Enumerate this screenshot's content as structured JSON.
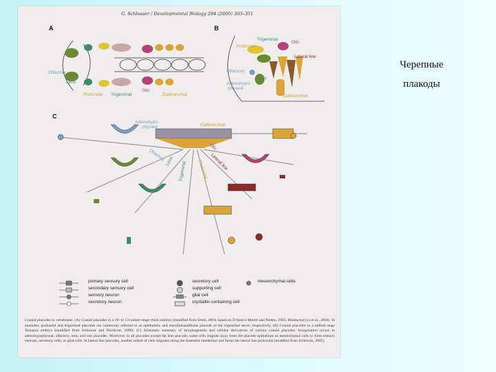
{
  "slide": {
    "title_line1": "Черепные",
    "title_line2": "плакоды"
  },
  "figure": {
    "header": "G. Schlosser / Developmental Biology 294 (2006) 303–351",
    "panels": {
      "a": "A",
      "b": "B",
      "c": "C"
    },
    "panel_a_labels": {
      "olfactory": "Olfactory",
      "lens": "Lens",
      "profundal": "Profundal",
      "trigeminal": "Trigeminal",
      "otic": "Otic",
      "epibranchial": "Epibranchial"
    },
    "panel_b_labels": {
      "profundal": "Profundal",
      "trigeminal": "Trigeminal",
      "otic": "Otic",
      "lateral_line": "Lateral line",
      "olfactory": "Olfactory",
      "lens": "Lens",
      "adenohypophyseal_1": "Adenohypo-",
      "adenohypophyseal_2": "physeal",
      "epibranchial": "Epibranchial"
    },
    "panel_c_labels": {
      "adenohypophyseal_1": "Adenohypo-",
      "adenohypophyseal_2": "physeal",
      "epibranchial": "Epibranchial",
      "olfactory": "Olfactory",
      "lens": "Lens",
      "trigeminal": "Trigeminal",
      "profundal": "Profundal",
      "otic": "Otic",
      "lateral_line": "Lateral line"
    },
    "legend": [
      {
        "label": "primary sensory cell"
      },
      {
        "label": "secondary sensory cell"
      },
      {
        "label": "sensory neuron"
      },
      {
        "label": "secretory neuron"
      },
      {
        "label": "secretory cell"
      },
      {
        "label": "supporting cell"
      },
      {
        "label": "glial cell"
      },
      {
        "label": "crystallin-containing cell"
      },
      {
        "label": "mesenchymal cells"
      }
    ],
    "caption": "Cranial placodes in vertebrates. (A) Cranial placodes in a 10- to 13-somite-stage chick embryo (modified from Streit, 2004; based on D'Amico-Martel and Noden, 1983; Bhattacharyya et al., 2004). In amniotes, profundal and trigeminal placodes are commonly referred to as ophthalmic and maxillomandibular placode of the trigeminal nerve, respectively. (B) Cranial placodes in a tailbud stage Xenopus embryo (modified from Schlosser and Northcutt, 2000). (C) Schematic summary of morphogenesis and cellular derivatives of various cranial placodes. Invagination occurs in adenohypophyseal, olfactory, lens, and otic placodes. Moreover, in all placodes except the lens placode, some cells migrate away from the placode epithelium as mesenchymal cells to form sensory neurons, secretory cells, or glial cells. In lateral line placodes, another subset of cells migrates along the basement membrane and forms the lateral line primordia (modified from Schlosser, 2005)."
  }
}
